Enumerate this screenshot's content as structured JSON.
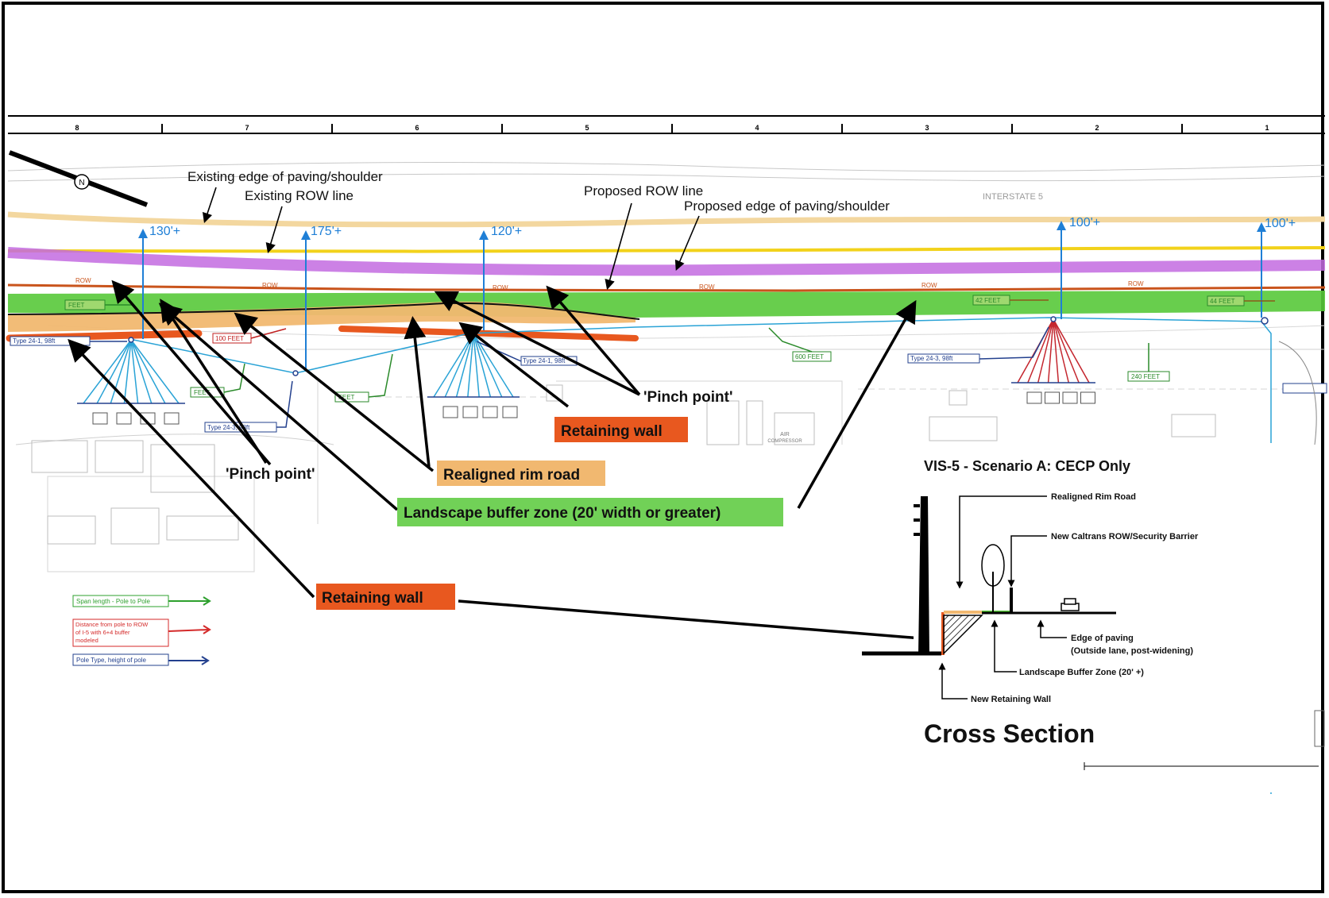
{
  "grid_columns": [
    "8",
    "7",
    "6",
    "5",
    "4",
    "3",
    "2",
    "1"
  ],
  "plan_labels": {
    "interstate": "INTERSTATE 5",
    "existing_paving": "Existing edge of paving/shoulder",
    "existing_row": "Existing ROW line",
    "proposed_row": "Proposed ROW line",
    "proposed_paving": "Proposed edge of paving/shoulder",
    "row_tag": "ROW"
  },
  "dimensions": [
    "130'+",
    "175'+",
    "120'+",
    "100'+",
    "100'+"
  ],
  "callouts": {
    "pinch_point_1": "'Pinch point'",
    "pinch_point_2": "'Pinch point'",
    "retaining_wall_1": "Retaining wall",
    "retaining_wall_2": "Retaining wall",
    "realigned_rim_road": "Realigned rim road",
    "landscape_buffer": "Landscape buffer zone (20' width or greater)"
  },
  "span_tags": [
    "FEET",
    "100 FEET",
    "FEET",
    "FEET",
    "600 FEET",
    "42 FEET",
    "240 FEET",
    "44 FEET"
  ],
  "pole_tags": [
    "Type 24-1, 98ft",
    "Type 24-1, 98ft",
    "Type 24-3, 98ft",
    "Type 24-3, 98ft"
  ],
  "legend": {
    "span": "Span length - Pole to Pole",
    "distance_line1": "Distance from pole to ROW",
    "distance_line2": "of I-5 with 6+4 buffer",
    "distance_line3": "modeled",
    "pole_type": "Pole Type, height of pole",
    "colors": {
      "span": "#2ea02e",
      "distance": "#d42a2a",
      "pole": "#23408e"
    }
  },
  "site_labels": {
    "air": "AIR",
    "compressor": "COMPRESSOR"
  },
  "cross_section": {
    "title": "VIS-5 - Scenario A: CECP Only",
    "realigned_rim_road": "Realigned Rim Road",
    "new_row_barrier": "New Caltrans ROW/Security Barrier",
    "edge_of_paving_1": "Edge of paving",
    "edge_of_paving_2": "(Outside lane, post-widening)",
    "landscape_buffer": "Landscape Buffer Zone (20' +)",
    "new_retaining_wall": "New Retaining Wall",
    "caption": "Cross Section"
  },
  "colors": {
    "buffer_green": "#58c93a",
    "retaining_red": "#e8581f",
    "rim_road_orange": "#f1b870",
    "existing_yellow": "#f2d21b",
    "proposed_purple": "#c36be0",
    "row_orange": "#c9541c",
    "dimension_blue": "#1f7fd6",
    "pole_cyan": "#2aa3d6",
    "pole_red": "#c4262e"
  }
}
